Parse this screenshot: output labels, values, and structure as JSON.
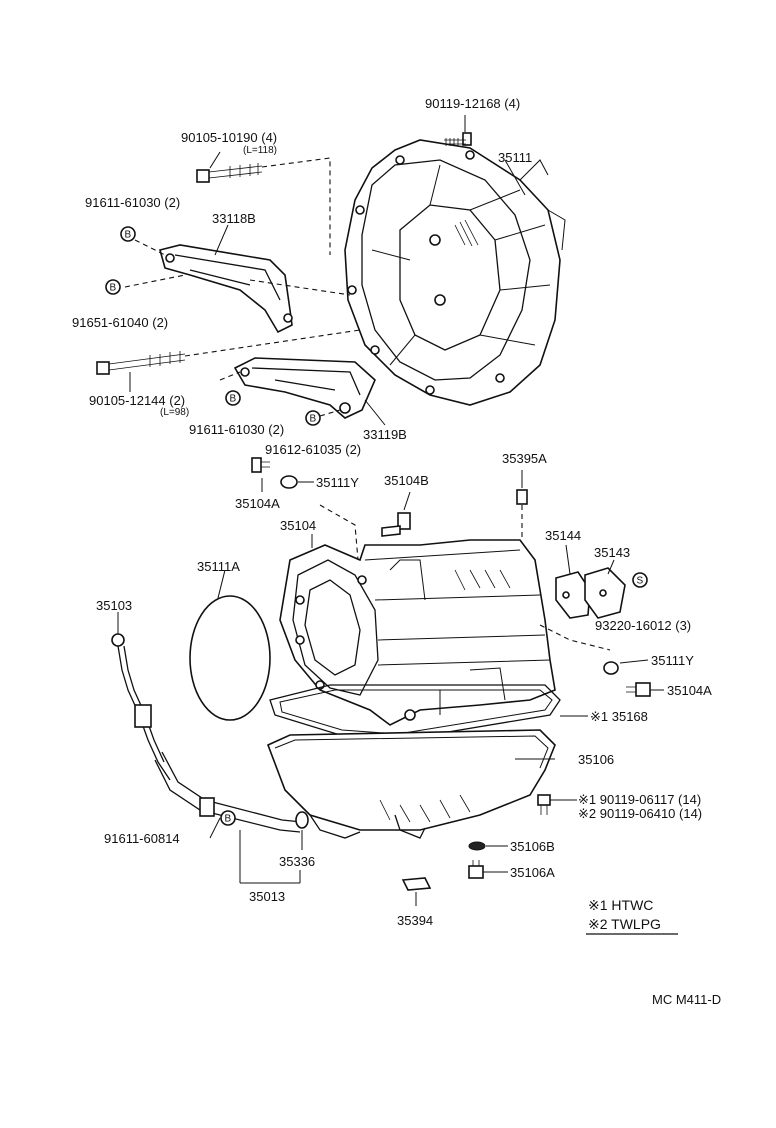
{
  "labels": {
    "p90119_12168": "90119-12168 (4)",
    "p35111": "35111",
    "p90105_10190": "90105-10190 (4)",
    "p90105_10190_len": "(L=118)",
    "p91611_61030_a": "91611-61030 (2)",
    "p33118B": "33118B",
    "p91651_61040": "91651-61040 (2)",
    "p90105_12144": "90105-12144 (2)",
    "p90105_12144_len": "(L=98)",
    "p91611_61030_b": "91611-61030 (2)",
    "p33119B": "33119B",
    "p91612_61035": "91612-61035 (2)",
    "p35395A": "35395A",
    "p35111Y_a": "35111Y",
    "p35104B": "35104B",
    "p35104A_a": "35104A",
    "p35104": "35104",
    "p35144": "35144",
    "p35143": "35143",
    "p35111A": "35111A",
    "p35103": "35103",
    "p93220_16012": "93220-16012 (3)",
    "p35111Y_b": "35111Y",
    "p35104A_b": "35104A",
    "p35168": "※1 35168",
    "p35106": "35106",
    "p90119_06117": "※1 90119-06117 (14)",
    "p90119_06410": "※2 90119-06410 (14)",
    "p35106B": "35106B",
    "p35106A": "35106A",
    "p91611_60814": "91611-60814",
    "p35336": "35336",
    "p35013": "35013",
    "p35394": "35394"
  },
  "markers": {
    "b": "B",
    "s": "S"
  },
  "legend": {
    "line1": "※1 HTWC",
    "line2": "※2 TWLPG"
  },
  "footer": "MC  M411-D"
}
